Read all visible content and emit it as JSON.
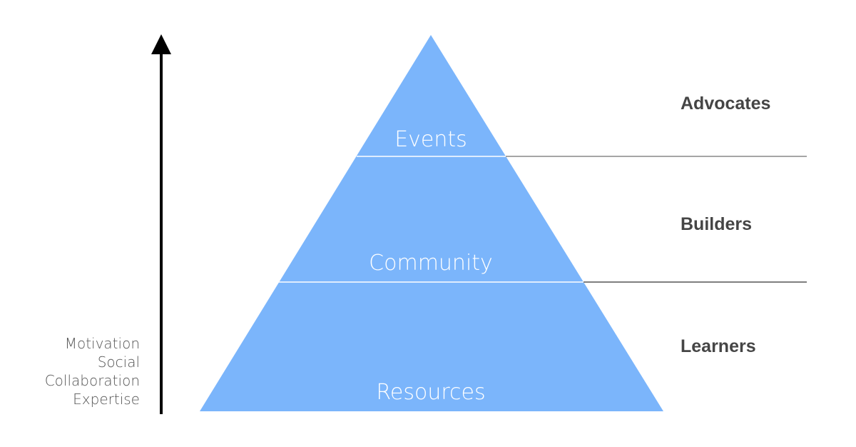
{
  "pyramid": {
    "fill_color": "#7bb5fb",
    "layers": [
      {
        "label": "Events",
        "tier": "Advocates"
      },
      {
        "label": "Community",
        "tier": "Builders"
      },
      {
        "label": "Resources",
        "tier": "Learners"
      }
    ]
  },
  "axis": {
    "direction": "up",
    "labels": [
      "Motivation",
      "Social",
      "Collaboration",
      "Expertise"
    ]
  }
}
